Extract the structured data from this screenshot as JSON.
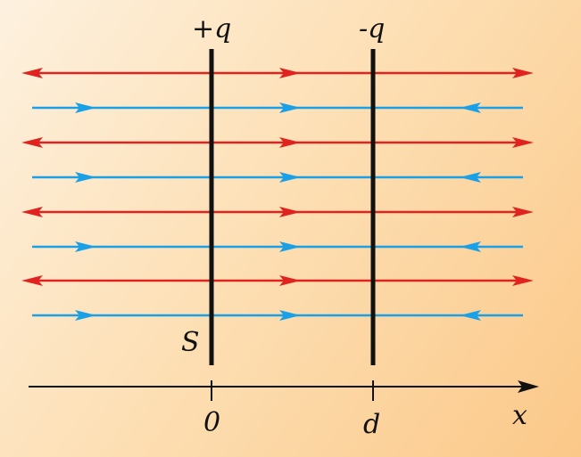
{
  "labels": {
    "plate_left_charge": "+q",
    "plate_right_charge": "-q",
    "surface": "S",
    "origin_tick": "0",
    "d_tick": "d",
    "axis": "x"
  },
  "field_lines": [
    {
      "color": "#e0231e",
      "arrows": [
        "left",
        "right",
        "right"
      ]
    },
    {
      "color": "#1aa0e6",
      "arrows": [
        "right",
        "right",
        "left"
      ]
    },
    {
      "color": "#e0231e",
      "arrows": [
        "left",
        "right",
        "right"
      ]
    },
    {
      "color": "#1aa0e6",
      "arrows": [
        "right",
        "right",
        "left"
      ]
    },
    {
      "color": "#e0231e",
      "arrows": [
        "left",
        "right",
        "right"
      ]
    },
    {
      "color": "#1aa0e6",
      "arrows": [
        "right",
        "right",
        "left"
      ]
    },
    {
      "color": "#e0231e",
      "arrows": [
        "left",
        "right",
        "right"
      ]
    },
    {
      "color": "#1aa0e6",
      "arrows": [
        "right",
        "right",
        "left"
      ]
    }
  ],
  "colors": {
    "plate": "#111111",
    "axis": "#111111"
  }
}
